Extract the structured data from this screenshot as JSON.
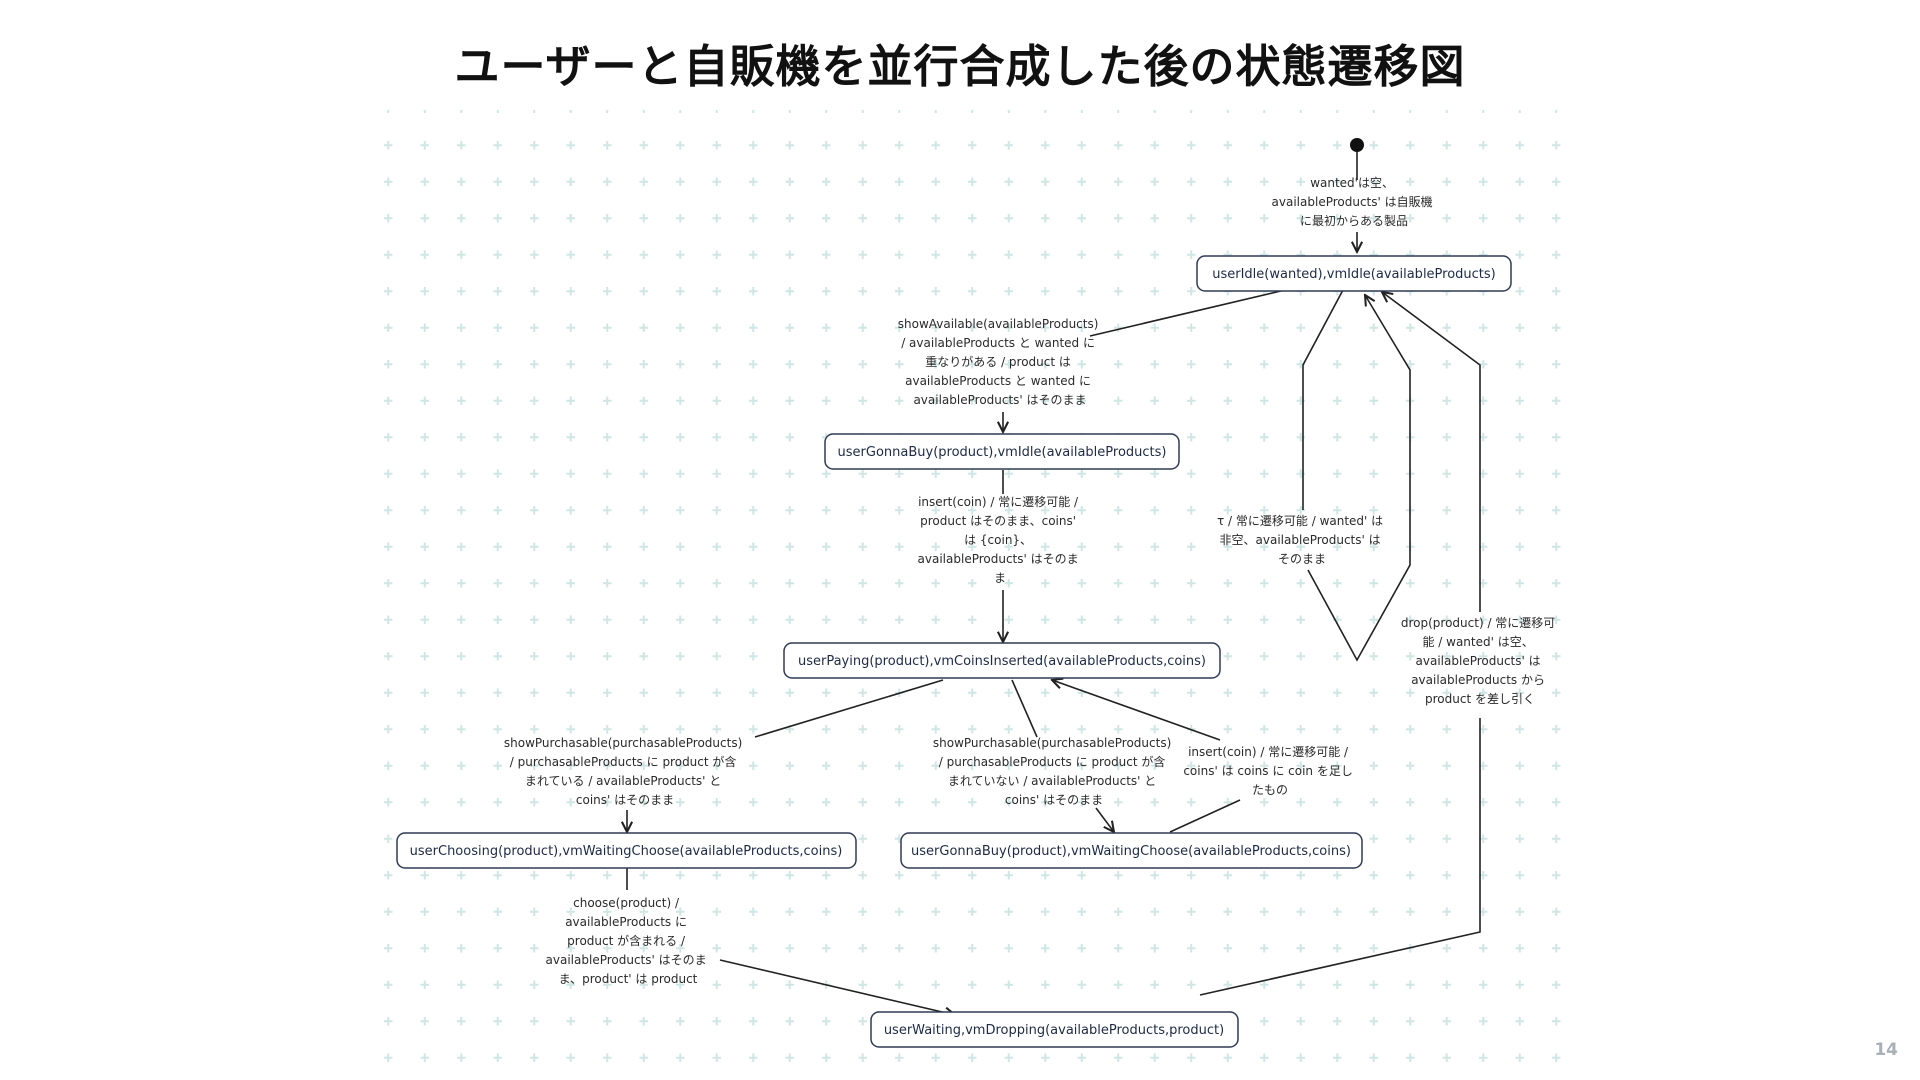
{
  "title": "ユーザーと自販機を並行合成した後の状態遷移図",
  "slide_number": "14",
  "states": {
    "s_idle": "userIdle(wanted),vmIdle(availableProducts)",
    "s_gonnaBuy": "userGonnaBuy(product),vmIdle(availableProducts)",
    "s_paying": "userPaying(product),vmCoinsInserted(availableProducts,coins)",
    "s_choosing": "userChoosing(product),vmWaitingChoose(availableProducts,coins)",
    "s_gonnaBuy2": "userGonnaBuy(product),vmWaitingChoose(availableProducts,coins)",
    "s_waiting": "userWaiting,vmDropping(availableProducts,product)"
  },
  "edges": {
    "init": [
      "wanted'は空、",
      "availableProducts' は自販機",
      "に最初からある製品"
    ],
    "show_available": [
      "showAvailable(availableProducts)",
      "/ availableProducts と wanted に",
      "重なりがある / product は",
      "availableProducts と wanted に",
      "availableProducts' はそのまま"
    ],
    "insert_first": [
      "insert(coin) / 常に遷移可能 /",
      "product はそのまま、coins'",
      "は {coin}、",
      "availableProducts' はそのま",
      "ま"
    ],
    "tau": [
      "τ / 常に遷移可能 / wanted' は",
      "非空、availableProducts' は",
      "そのまま"
    ],
    "drop": [
      "drop(product) / 常に遷移可",
      "能 / wanted' は空、",
      "availableProducts' は",
      "availableProducts から",
      "product を差し引く"
    ],
    "purchasable_in": [
      "showPurchasable(purchasableProducts)",
      "/ purchasableProducts に product が含",
      "まれている / availableProducts' と",
      "coins' はそのまま"
    ],
    "purchasable_out": [
      "showPurchasable(purchasableProducts)",
      "/ purchasableProducts に product が含",
      "まれていない / availableProducts' と",
      "coins' はそのまま"
    ],
    "insert_more": [
      "insert(coin) / 常に遷移可能 /",
      "coins' は coins に coin を足し",
      "たもの"
    ],
    "choose": [
      "choose(product) /",
      "availableProducts に",
      "product が含まれる /",
      "availableProducts' はそのま",
      "ま、product' は product"
    ]
  },
  "colors": {
    "grid_plus": "#cfe6e4",
    "state_border": "#2e3a55",
    "edge": "#222222"
  }
}
